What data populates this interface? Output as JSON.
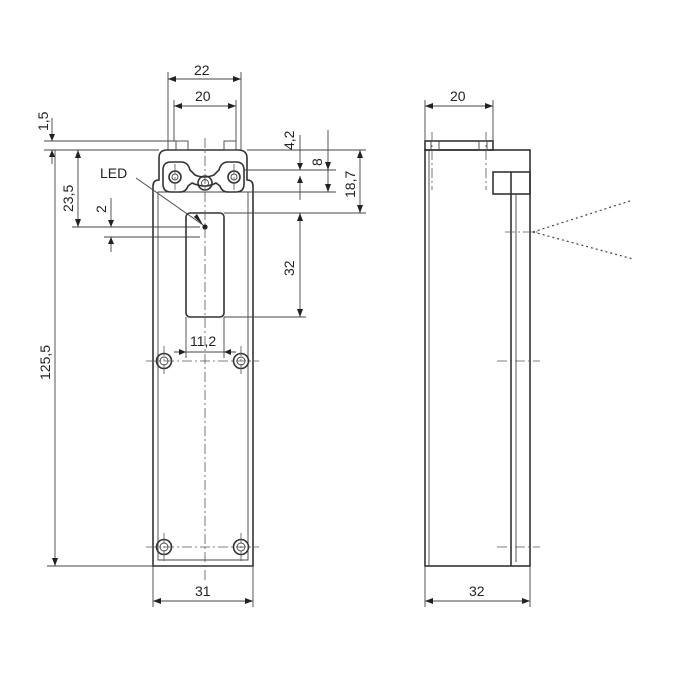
{
  "drawing": {
    "led_label": "LED",
    "front_view": {
      "dims": {
        "top_outer_width": "22",
        "top_inner_width": "20",
        "flange_thickness": "1,5",
        "height_to_led": "23,5",
        "led_offset": "2",
        "total_height": "125,5",
        "hole_top_offset": "4,2",
        "hole_spacing": "8",
        "window_top": "18,7",
        "window_height": "32",
        "window_width": "11,2",
        "body_width": "31"
      }
    },
    "side_view": {
      "dims": {
        "flange_width": "20",
        "body_depth": "32"
      }
    }
  }
}
